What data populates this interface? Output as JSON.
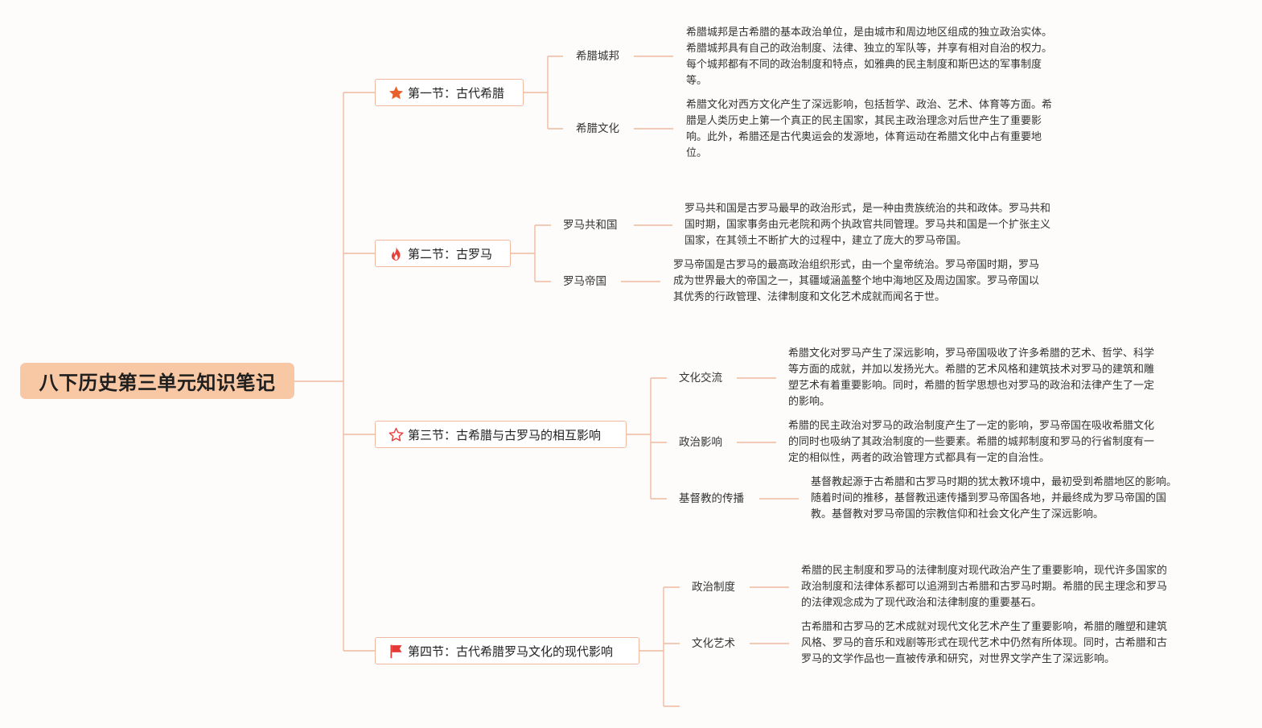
{
  "root": {
    "title": "八下历史第三单元知识笔记"
  },
  "colors": {
    "line": "#f0b9a0",
    "root_bg": "#f8c7a4",
    "accent": "#e8612c",
    "fire": "#e8413b",
    "flag": "#e53935"
  },
  "sections": [
    {
      "label": "第一节：古代希腊",
      "icon": "star-filled-icon",
      "topics": [
        {
          "label": "希腊城邦",
          "desc": "希腊城邦是古希腊的基本政治单位，是由城市和周边地区组成的独立政治实体。\n希腊城邦具有自己的政治制度、法律、独立的军队等，并享有相对自治的权力。\n每个城邦都有不同的政治制度和特点，如雅典的民主制度和斯巴达的军事制度\n等。"
        },
        {
          "label": "希腊文化",
          "desc": "希腊文化对西方文化产生了深远影响，包括哲学、政治、艺术、体育等方面。希\n腊是人类历史上第一个真正的民主国家，其民主政治理念对后世产生了重要影\n响。此外，希腊还是古代奥运会的发源地，体育运动在希腊文化中占有重要地\n位。"
        }
      ]
    },
    {
      "label": "第二节：古罗马",
      "icon": "fire-icon",
      "topics": [
        {
          "label": "罗马共和国",
          "desc": "罗马共和国是古罗马最早的政治形式，是一种由贵族统治的共和政体。罗马共和\n国时期，国家事务由元老院和两个执政官共同管理。罗马共和国是一个扩张主义\n国家，在其领土不断扩大的过程中，建立了庞大的罗马帝国。"
        },
        {
          "label": "罗马帝国",
          "desc": "罗马帝国是古罗马的最高政治组织形式，由一个皇帝统治。罗马帝国时期，罗马\n成为世界最大的帝国之一，其疆域涵盖整个地中海地区及周边国家。罗马帝国以\n其优秀的行政管理、法律制度和文化艺术成就而闻名于世。"
        }
      ]
    },
    {
      "label": "第三节：古希腊与古罗马的相互影响",
      "icon": "star-outline-icon",
      "topics": [
        {
          "label": "文化交流",
          "desc": "希腊文化对罗马产生了深远影响，罗马帝国吸收了许多希腊的艺术、哲学、科学\n等方面的成就，并加以发扬光大。希腊的艺术风格和建筑技术对罗马的建筑和雕\n塑艺术有着重要影响。同时，希腊的哲学思想也对罗马的政治和法律产生了一定\n的影响。"
        },
        {
          "label": "政治影响",
          "desc": "希腊的民主政治对罗马的政治制度产生了一定的影响，罗马帝国在吸收希腊文化\n的同时也吸纳了其政治制度的一些要素。希腊的城邦制度和罗马的行省制度有一\n定的相似性，两者的政治管理方式都具有一定的自治性。"
        },
        {
          "label": "基督教的传播",
          "desc": "基督教起源于古希腊和古罗马时期的犹太教环境中，最初受到希腊地区的影响。\n随着时间的推移，基督教迅速传播到罗马帝国各地，并最终成为罗马帝国的国\n教。基督教对罗马帝国的宗教信仰和社会文化产生了深远影响。"
        }
      ]
    },
    {
      "label": "第四节：古代希腊罗马文化的现代影响",
      "icon": "flag-icon",
      "topics": [
        {
          "label": "政治制度",
          "desc": "希腊的民主制度和罗马的法律制度对现代政治产生了重要影响，现代许多国家的\n政治制度和法律体系都可以追溯到古希腊和古罗马时期。希腊的民主理念和罗马\n的法律观念成为了现代政治和法律制度的重要基石。"
        },
        {
          "label": "文化艺术",
          "desc": "古希腊和古罗马的艺术成就对现代文化艺术产生了重要影响，希腊的雕塑和建筑\n风格、罗马的音乐和戏剧等形式在现代艺术中仍然有所体现。同时，古希腊和古\n罗马的文学作品也一直被传承和研究，对世界文学产生了深远影响。"
        }
      ]
    }
  ]
}
